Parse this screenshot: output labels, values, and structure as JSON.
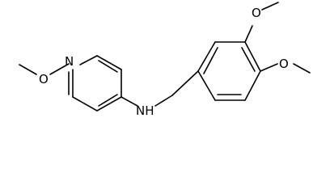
{
  "molecule": {
    "atoms": {
      "n_pyridine": "N",
      "o_methoxy_left": "O",
      "n_amine": "NH",
      "o_methoxy_top": "O",
      "o_methoxy_right": "O"
    }
  }
}
